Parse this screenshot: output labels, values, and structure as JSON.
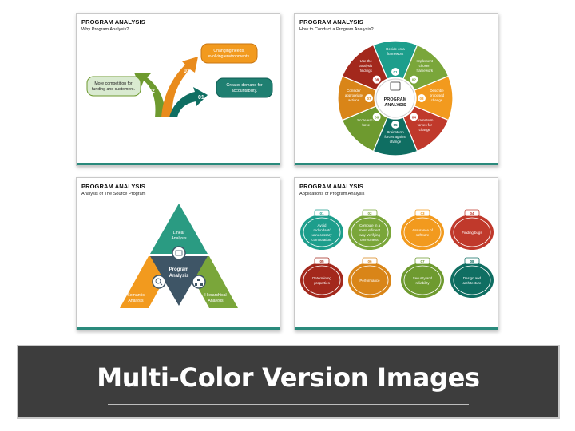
{
  "slides": [
    {
      "title": "PROGRAM ANALYSIS",
      "subtitle": "Why Program Analysis?",
      "items": [
        {
          "num": "01",
          "text": [
            "Greater demand for",
            "accountability."
          ],
          "color": "#0f6e62"
        },
        {
          "num": "02",
          "text": [
            "More competition for",
            "funding and customers."
          ],
          "color": "#6e9a2f"
        },
        {
          "num": "03",
          "text": [
            "Changing needs,",
            "evolving environments."
          ],
          "color": "#e98b1c"
        }
      ]
    },
    {
      "title": "PROGRAM ANALYSIS",
      "subtitle": "How to Conduct a Program Analysis?",
      "center": [
        "PROGRAM",
        "ANALYSIS"
      ],
      "segments": [
        {
          "num": "01",
          "text": [
            "Decide on a",
            "framework"
          ],
          "color": "#1d9e8c"
        },
        {
          "num": "02",
          "text": [
            "Implement",
            "chosen",
            "framework"
          ],
          "color": "#7aa63a"
        },
        {
          "num": "03",
          "text": [
            "Describe",
            "proposed",
            "change"
          ],
          "color": "#f29a1e"
        },
        {
          "num": "04",
          "text": [
            "Brainstorm",
            "forces for",
            "change"
          ],
          "color": "#c0392b"
        },
        {
          "num": "05",
          "text": [
            "Brainstorm",
            "forces against",
            "change"
          ],
          "color": "#0f6e62"
        },
        {
          "num": "06",
          "text": [
            "Score each",
            "force"
          ],
          "color": "#6e9a2f"
        },
        {
          "num": "07",
          "text": [
            "Consider",
            "appropriate",
            "actions"
          ],
          "color": "#d98518"
        },
        {
          "num": "08",
          "text": [
            "Use the",
            "analysis",
            "findings"
          ],
          "color": "#a3281c"
        }
      ]
    },
    {
      "title": "PROGRAM ANALYSIS",
      "subtitle": "Analysis of The Source Program",
      "center": [
        "Program",
        "Analysis"
      ],
      "triangles": [
        {
          "text": [
            "Linear",
            "Analysis"
          ],
          "color": "#2a9b82"
        },
        {
          "text": [
            "Semantic",
            "Analysis"
          ],
          "color": "#f29a1e"
        },
        {
          "text": [
            "Hierarchical",
            "Analysis"
          ],
          "color": "#7aa63a"
        }
      ],
      "center_color": "#3e5566"
    },
    {
      "title": "PROGRAM ANALYSIS",
      "subtitle": "Applications of Program Analysis",
      "badges": [
        {
          "num": "01",
          "text": [
            "Avoid",
            "redundant/",
            "unnecessary",
            "computation."
          ],
          "color": "#1d9e8c"
        },
        {
          "num": "02",
          "text": [
            "Compute in a",
            "more efficient",
            "way Verifying",
            "correctness."
          ],
          "color": "#7aa63a"
        },
        {
          "num": "03",
          "text": [
            "Assurance of",
            "software"
          ],
          "color": "#f29a1e"
        },
        {
          "num": "04",
          "text": [
            "Finding bugs"
          ],
          "color": "#c0392b"
        },
        {
          "num": "05",
          "text": [
            "Determining",
            "properties"
          ],
          "color": "#a3281c"
        },
        {
          "num": "06",
          "text": [
            "Performance"
          ],
          "color": "#d98518"
        },
        {
          "num": "07",
          "text": [
            "Security and",
            "reliability"
          ],
          "color": "#6e9a2f"
        },
        {
          "num": "08",
          "text": [
            "Design and",
            "architecture"
          ],
          "color": "#0f6e62"
        }
      ]
    }
  ],
  "banner": {
    "title": "Multi-Color Version Images"
  }
}
